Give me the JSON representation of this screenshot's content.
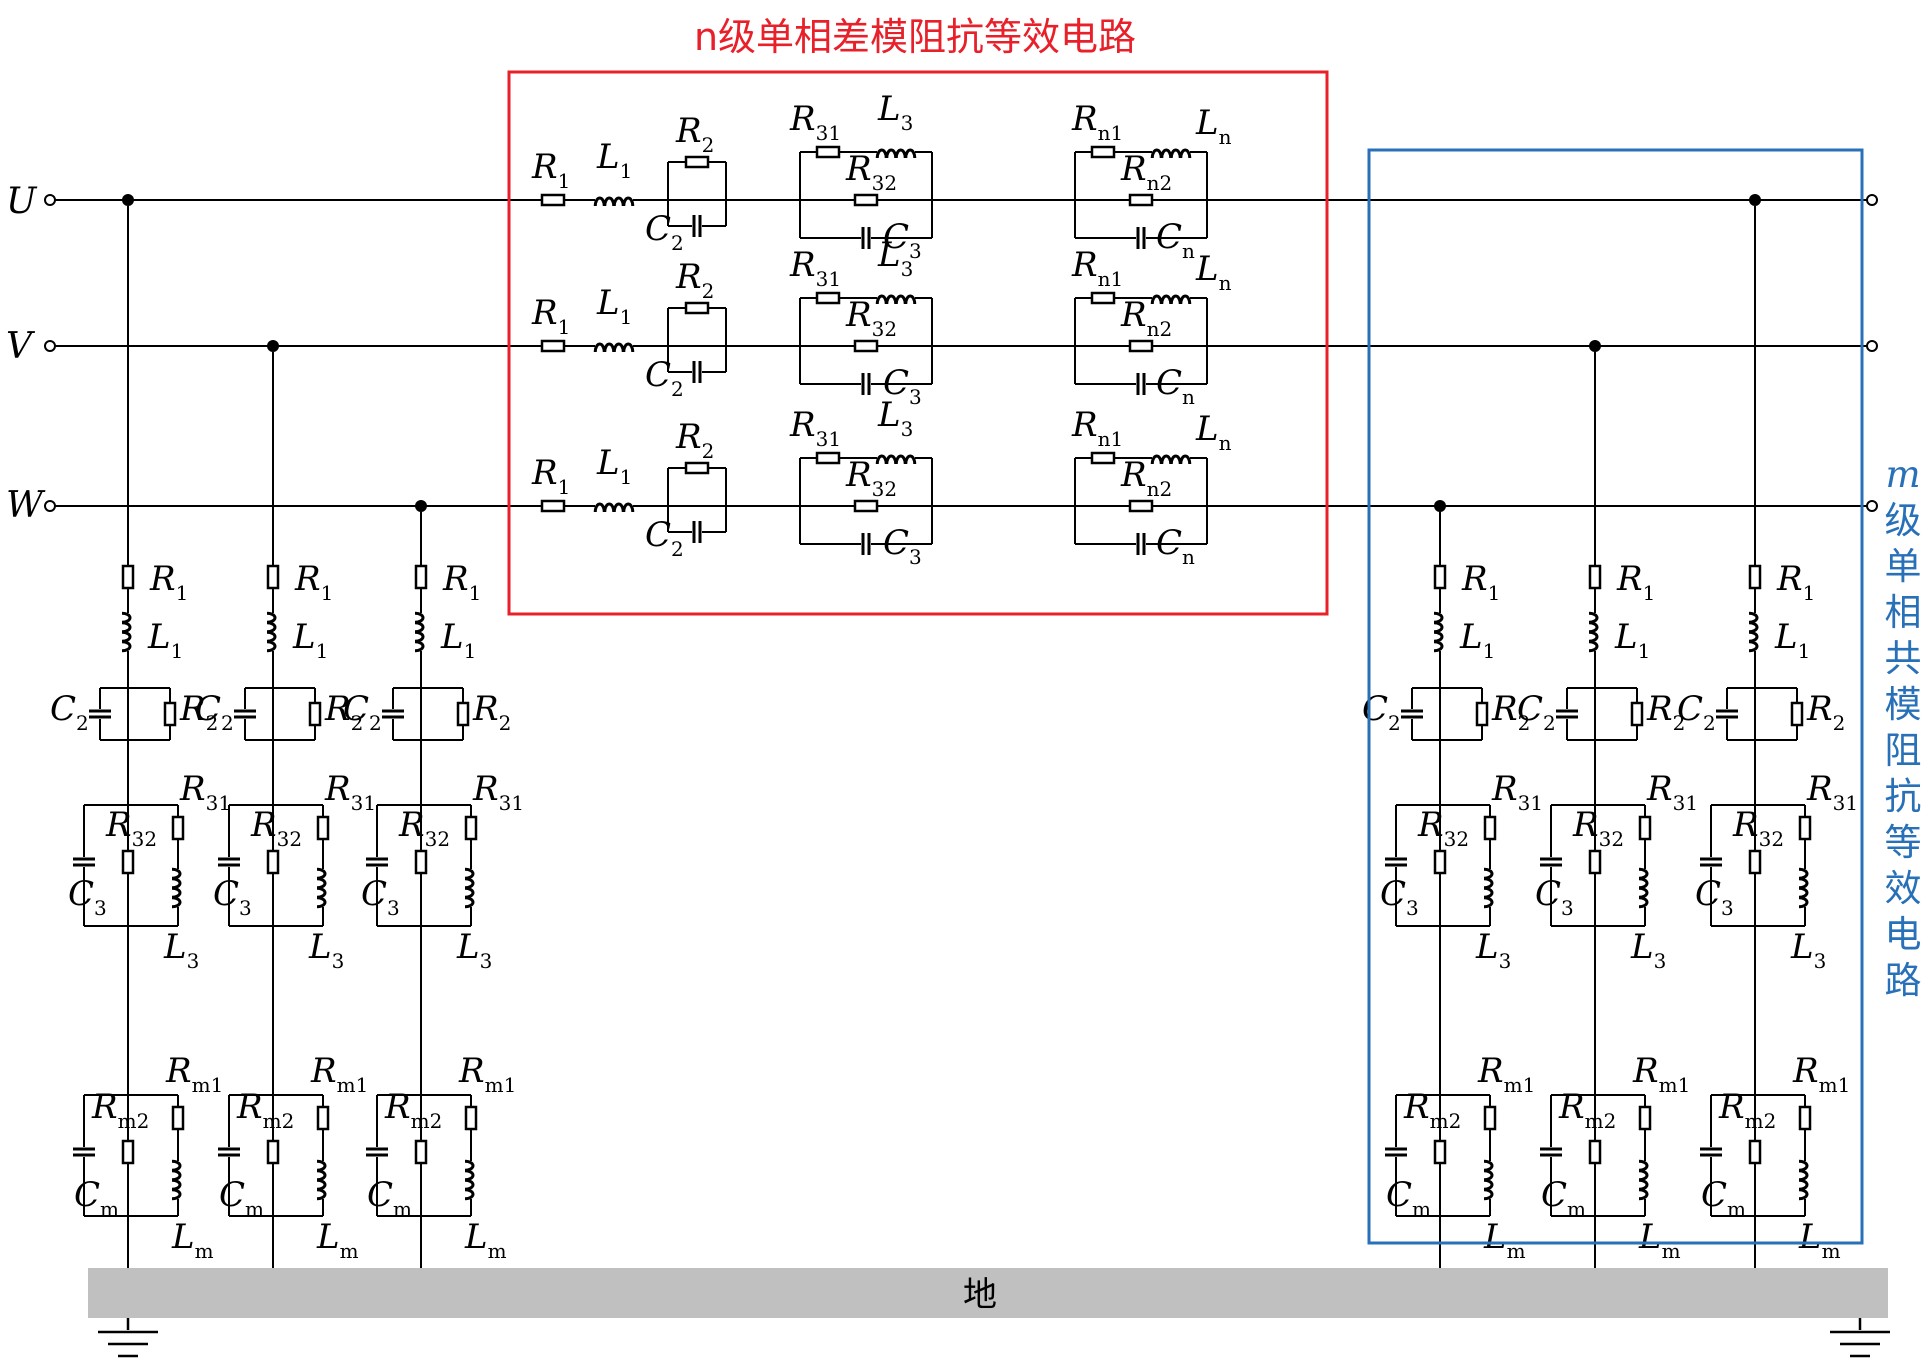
{
  "diagram": {
    "title_diff": "n级单相差模阻抗等效电路",
    "title_common": "m级单相共模阻抗等效电路",
    "ground_label": "地",
    "phases": [
      "U",
      "V",
      "W"
    ],
    "labels": {
      "R1": [
        "R",
        "1"
      ],
      "L1": [
        "L",
        "1"
      ],
      "R2": [
        "R",
        "2"
      ],
      "C2": [
        "C",
        "2"
      ],
      "R31": [
        "R",
        "31"
      ],
      "R32": [
        "R",
        "32"
      ],
      "L3": [
        "L",
        "3"
      ],
      "C3": [
        "C",
        "3"
      ],
      "Rn1": [
        "R",
        "n1"
      ],
      "Rn2": [
        "R",
        "n2"
      ],
      "Ln": [
        "L",
        "n"
      ],
      "Cn": [
        "C",
        "n"
      ],
      "Rm1": [
        "R",
        "m1"
      ],
      "Rm2": [
        "R",
        "m2"
      ],
      "Lm": [
        "L",
        "m"
      ],
      "Cm": [
        "C",
        "m"
      ]
    },
    "colors": {
      "wire": "#000000",
      "diff_box": "#e8202a",
      "common_box": "#2870b8",
      "ground": "#c0c0c0"
    }
  }
}
